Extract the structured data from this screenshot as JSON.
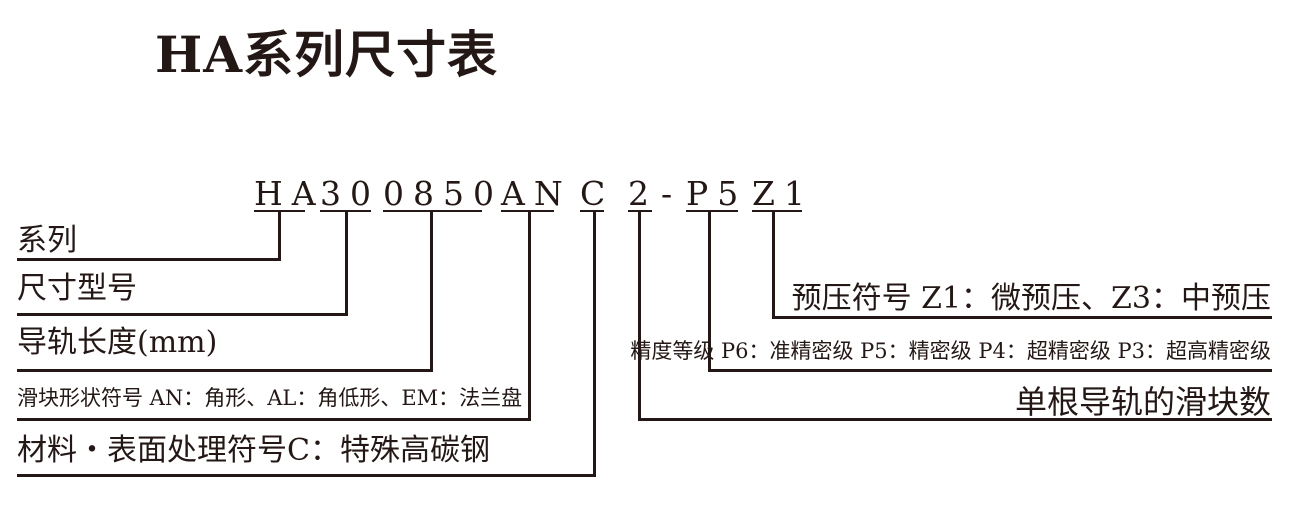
{
  "title": "HA系列尺寸表",
  "code": {
    "series": "HA",
    "size": "30",
    "length": "0850",
    "block": "AN",
    "material": "C",
    "count": "2",
    "dash": "-",
    "precision": "P5",
    "preload": "Z1"
  },
  "labels": {
    "series": "系列",
    "size": "尺寸型号",
    "length": "导轨长度(mm)",
    "block": "滑块形状符号  AN：角形、AL：角低形、EM：法兰盘",
    "material": "材料・表面处理符号C：特殊高碳钢",
    "preload": "预压符号  Z1：微预压、Z3：中预压",
    "precision": "精度等级  P6：准精密级  P5：精密级  P4：超精密级  P3：超高精密级",
    "count": "单根导轨的滑块数"
  },
  "colors": {
    "ink": "#231815",
    "background": "#ffffff"
  }
}
